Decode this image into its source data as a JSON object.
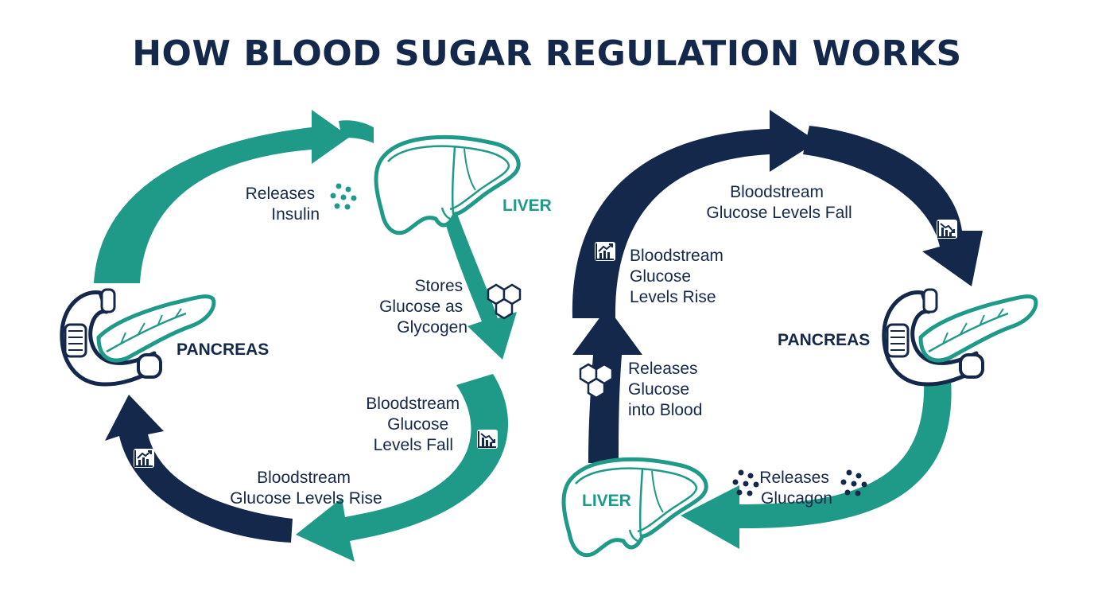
{
  "title": "HOW BLOOD SUGAR REGULATION WORKS",
  "colors": {
    "teal": "#1f9a88",
    "navy": "#14284b",
    "white": "#ffffff"
  },
  "left_cycle": {
    "pancreas": "PANCREAS",
    "liver": "LIVER",
    "releases_insulin": [
      "Releases",
      "Insulin"
    ],
    "stores_glucose": [
      "Stores",
      "Glucose as",
      "Glycogen"
    ],
    "levels_fall": [
      "Bloodstream",
      "Glucose",
      "Levels Fall"
    ],
    "levels_rise": [
      "Bloodstream",
      "Glucose Levels Rise"
    ]
  },
  "right_cycle": {
    "pancreas": "PANCREAS",
    "liver": "LIVER",
    "levels_fall": [
      "Bloodstream",
      "Glucose Levels Fall"
    ],
    "levels_rise": [
      "Bloodstream",
      "Glucose",
      "Levels Rise"
    ],
    "releases_glucose": [
      "Releases",
      "Glucose",
      "into Blood"
    ],
    "releases_glucagon": [
      "Releases",
      "Glucagon"
    ]
  },
  "icons": [
    "chart-up-icon",
    "chart-down-icon",
    "molecule-icon",
    "dots-icon",
    "liver-icon",
    "pancreas-icon"
  ]
}
